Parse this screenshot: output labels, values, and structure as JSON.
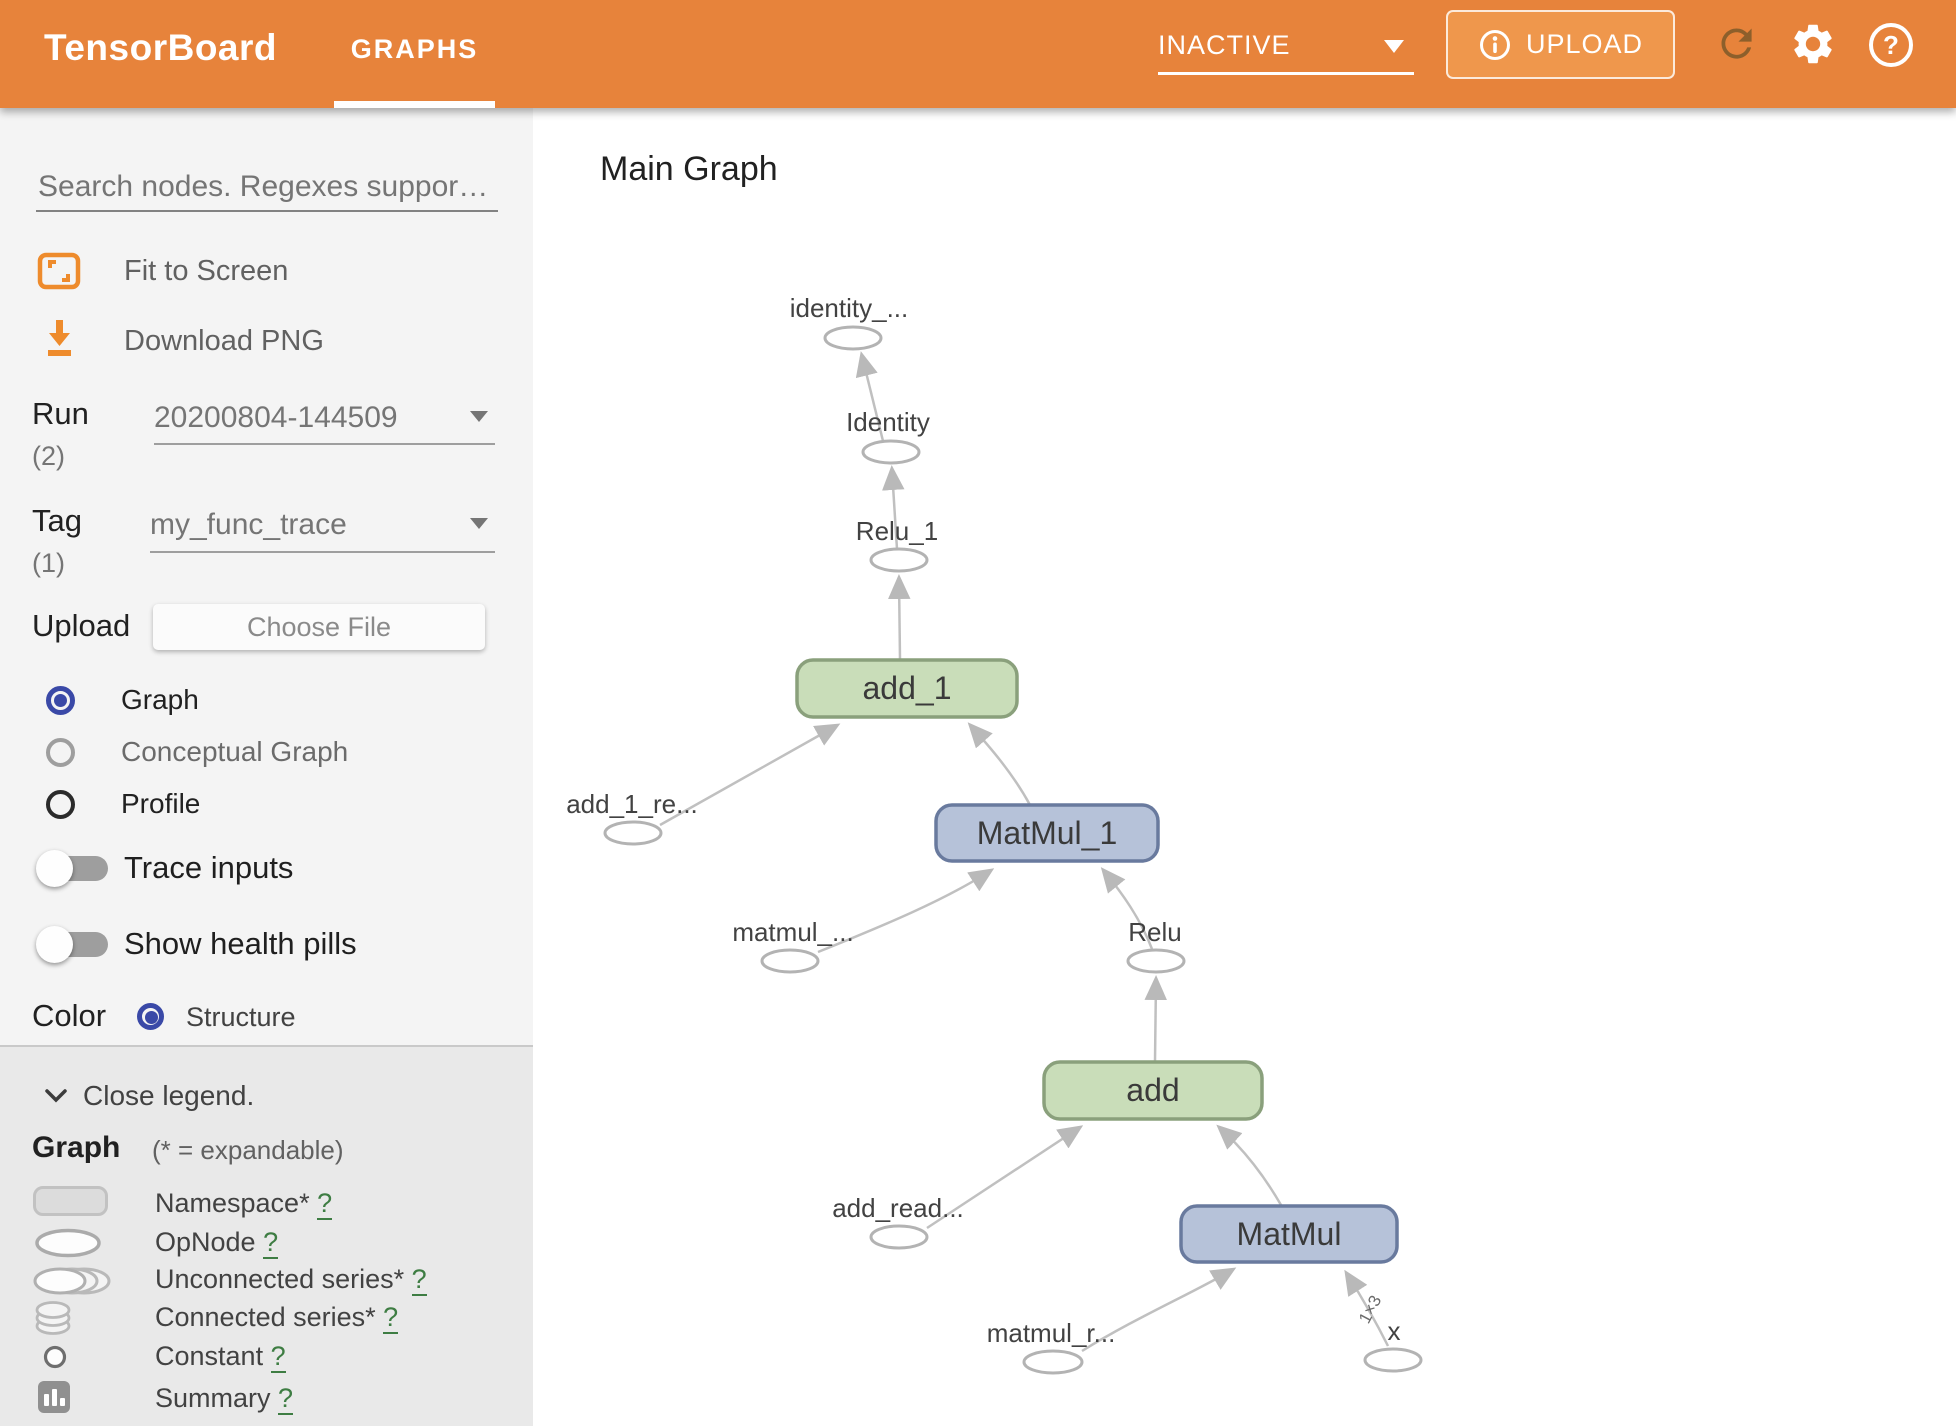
{
  "header": {
    "app_title": "TensorBoard",
    "tab_label": "GRAPHS",
    "status_dropdown": {
      "value": "INACTIVE"
    },
    "upload_button": {
      "label": "UPLOAD",
      "icon": "info-icon"
    },
    "help_glyph": "?",
    "icons": [
      "refresh-icon",
      "gear-icon",
      "help-icon"
    ]
  },
  "sidebar": {
    "search": {
      "placeholder": "Search nodes. Regexes supported."
    },
    "actions": [
      {
        "icon": "fit-to-screen-icon",
        "label": "Fit to Screen"
      },
      {
        "icon": "download-icon",
        "label": "Download PNG"
      }
    ],
    "run": {
      "label": "Run",
      "count": "(2)",
      "value": "20200804-144509"
    },
    "tag": {
      "label": "Tag",
      "count": "(1)",
      "value": "my_func_trace"
    },
    "upload": {
      "label": "Upload",
      "button": "Choose File"
    },
    "graph_type_options": [
      {
        "label": "Graph",
        "selected": true
      },
      {
        "label": "Conceptual Graph",
        "selected": false
      },
      {
        "label": "Profile",
        "selected": false
      }
    ],
    "toggles": [
      {
        "label": "Trace inputs",
        "on": false
      },
      {
        "label": "Show health pills",
        "on": false
      }
    ],
    "color_by": {
      "label": "Color",
      "option": "Structure",
      "selected": true
    },
    "legend": {
      "close_label": "Close legend.",
      "heading": "Graph",
      "heading_note": "(* = expandable)",
      "items": [
        {
          "icon": "namespace-icon",
          "label": "Namespace*",
          "help": "?"
        },
        {
          "icon": "opnode-icon",
          "label": "OpNode",
          "help": "?"
        },
        {
          "icon": "unconnected-series-icon",
          "label": "Unconnected series*",
          "help": "?"
        },
        {
          "icon": "connected-series-icon",
          "label": "Connected series*",
          "help": "?"
        },
        {
          "icon": "constant-icon",
          "label": "Constant",
          "help": "?"
        },
        {
          "icon": "summary-icon",
          "label": "Summary",
          "help": "?"
        }
      ]
    }
  },
  "main": {
    "title": "Main Graph"
  },
  "graph": {
    "nodes": [
      {
        "id": "identity_out",
        "label": "identity_...",
        "shape": "ellipse"
      },
      {
        "id": "Identity",
        "label": "Identity",
        "shape": "ellipse"
      },
      {
        "id": "Relu_1",
        "label": "Relu_1",
        "shape": "ellipse"
      },
      {
        "id": "add_1",
        "label": "add_1",
        "shape": "op-green"
      },
      {
        "id": "add_1_re",
        "label": "add_1_re...",
        "shape": "ellipse"
      },
      {
        "id": "MatMul_1",
        "label": "MatMul_1",
        "shape": "op-blue"
      },
      {
        "id": "matmul_in",
        "label": "matmul_...",
        "shape": "ellipse"
      },
      {
        "id": "Relu",
        "label": "Relu",
        "shape": "ellipse"
      },
      {
        "id": "add",
        "label": "add",
        "shape": "op-green"
      },
      {
        "id": "add_read",
        "label": "add_read...",
        "shape": "ellipse"
      },
      {
        "id": "MatMul",
        "label": "MatMul",
        "shape": "op-blue"
      },
      {
        "id": "matmul_r",
        "label": "matmul_r...",
        "shape": "ellipse"
      },
      {
        "id": "x",
        "label": "x",
        "shape": "ellipse"
      }
    ],
    "edges": [
      {
        "from": "add_1",
        "to": "Relu_1"
      },
      {
        "from": "Relu_1",
        "to": "Identity"
      },
      {
        "from": "Identity",
        "to": "identity_out"
      },
      {
        "from": "add_1_re",
        "to": "add_1"
      },
      {
        "from": "MatMul_1",
        "to": "add_1"
      },
      {
        "from": "matmul_in",
        "to": "MatMul_1"
      },
      {
        "from": "Relu",
        "to": "MatMul_1"
      },
      {
        "from": "add",
        "to": "Relu"
      },
      {
        "from": "add_read",
        "to": "add"
      },
      {
        "from": "MatMul",
        "to": "add"
      },
      {
        "from": "matmul_r",
        "to": "MatMul"
      },
      {
        "from": "x",
        "to": "MatMul",
        "label": "1×3"
      }
    ]
  },
  "colors": {
    "header_bg": "#e7833b",
    "upload_btn_bg": "#ef974c",
    "accent_orange": "#ee8b2c",
    "radio_selected_blue": "#3a49a7",
    "op_green_fill": "#c9ddb9",
    "op_green_border": "#8aa07c",
    "matmul_blue_fill": "#b6c2d9",
    "matmul_blue_border": "#697a9e",
    "edge_gray": "#c0c0c0",
    "help_link_green": "#3e7d43",
    "sidebar_bg": "#f4f4f4",
    "legend_bg": "#e9e9e9"
  }
}
